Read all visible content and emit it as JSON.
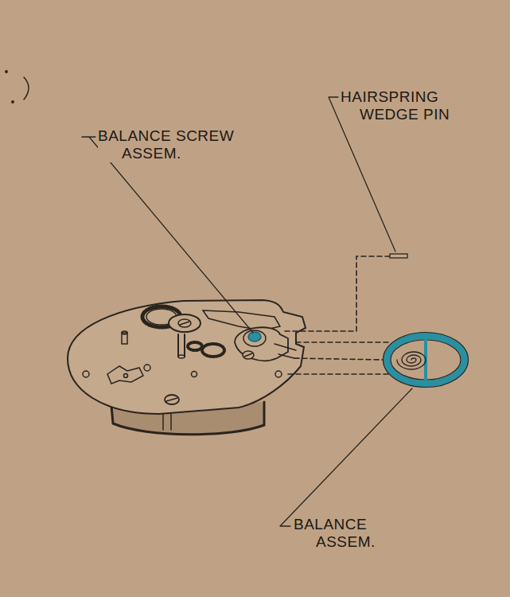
{
  "diagram": {
    "labels": [
      "BALANCE SCREW ASSEM.",
      "HAIRSPRING WEDGE PIN",
      "BALANCE ASSEM."
    ]
  }
}
